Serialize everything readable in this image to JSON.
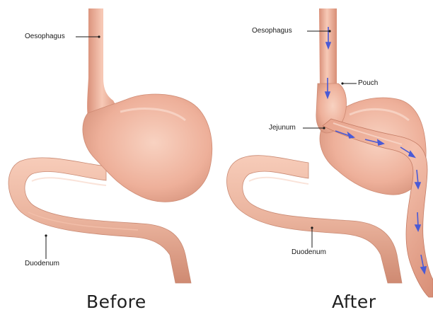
{
  "before": {
    "labels": {
      "oesophagus": "Oesophagus",
      "duodenum": "Duodenum"
    },
    "caption": "Before"
  },
  "after": {
    "labels": {
      "oesophagus": "Oesophagus",
      "pouch": "Pouch",
      "jejunum": "Jejunum",
      "duodenum": "Duodenum"
    },
    "caption": "After"
  },
  "colors": {
    "tissue_light": "#f6c7b4",
    "tissue_mid": "#e9a58d",
    "tissue_dark": "#c77d67",
    "flow_arrow": "#4a5ad6",
    "label_line": "#1a1a1a"
  },
  "icons": {
    "flow": "arrow-down-icon"
  }
}
